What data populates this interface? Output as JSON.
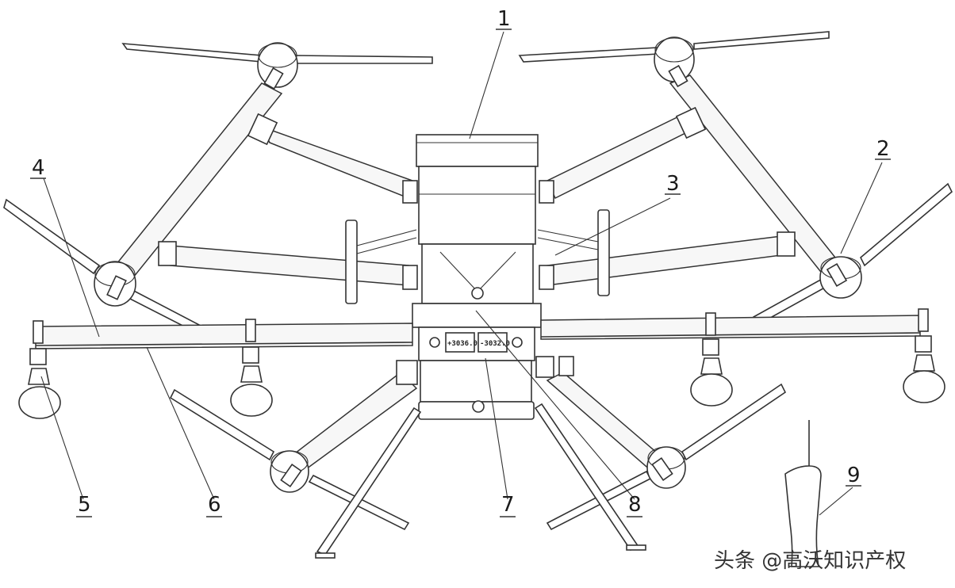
{
  "callouts": [
    {
      "id": "1",
      "label": "1"
    },
    {
      "id": "2",
      "label": "2"
    },
    {
      "id": "3",
      "label": "3"
    },
    {
      "id": "4",
      "label": "4"
    },
    {
      "id": "5",
      "label": "5"
    },
    {
      "id": "6",
      "label": "6"
    },
    {
      "id": "7",
      "label": "7"
    },
    {
      "id": "8",
      "label": "8"
    },
    {
      "id": "9",
      "label": "9"
    }
  ],
  "display": {
    "left_readout": "+3036.0",
    "right_readout": "-3032.0"
  },
  "watermark": "头条 @高沃知识产权"
}
